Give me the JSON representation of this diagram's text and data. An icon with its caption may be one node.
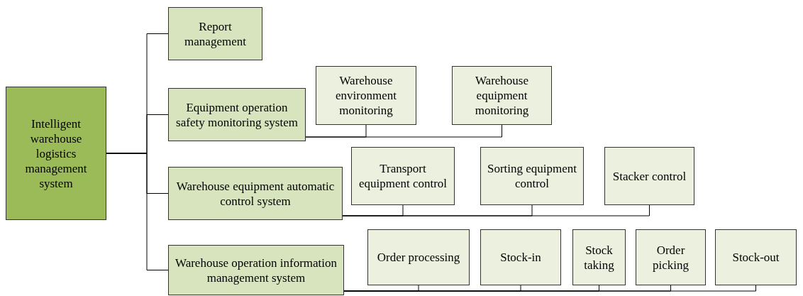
{
  "diagram": {
    "nodes": [
      {
        "text": [
          "Intelligent warehouse logistics management system"
        ]
      },
      {
        "text": [
          "Report management"
        ]
      },
      {
        "text": [
          "Equipment operation safety monitoring system"
        ]
      },
      {
        "text": [
          "Warehouse equipment automatic control system"
        ]
      },
      {
        "text": [
          "Warehouse operation information management system"
        ]
      },
      {
        "text": [
          "Warehouse environment monitoring"
        ]
      },
      {
        "text": [
          "Warehouse equipment monitoring"
        ]
      },
      {
        "text": [
          "Transport equipment control"
        ]
      },
      {
        "text": [
          "Sorting equipment control"
        ]
      },
      {
        "text": [
          "Stacker control"
        ]
      },
      {
        "text": [
          "Order processing"
        ]
      },
      {
        "text": [
          "Stock-in"
        ]
      },
      {
        "text": [
          "Stock taking"
        ]
      },
      {
        "text": [
          "Order picking"
        ]
      },
      {
        "text": [
          "Stock-out"
        ]
      }
    ],
    "edges": [
      {
        "from": 0,
        "to": 1,
        "arrow": "none"
      },
      {
        "from": 0,
        "to": 2,
        "arrow": "none"
      },
      {
        "from": 0,
        "to": 3,
        "arrow": "none"
      },
      {
        "from": 0,
        "to": 4,
        "arrow": "none"
      },
      {
        "from": 2,
        "to": 5,
        "arrow": "none"
      },
      {
        "from": 2,
        "to": 6,
        "arrow": "none"
      },
      {
        "from": 3,
        "to": 7,
        "arrow": "none"
      },
      {
        "from": 3,
        "to": 8,
        "arrow": "none"
      },
      {
        "from": 3,
        "to": 9,
        "arrow": "none"
      },
      {
        "from": 4,
        "to": 10,
        "arrow": "none"
      },
      {
        "from": 4,
        "to": 11,
        "arrow": "none"
      },
      {
        "from": 4,
        "to": 12,
        "arrow": "none"
      },
      {
        "from": 4,
        "to": 13,
        "arrow": "none"
      },
      {
        "from": 4,
        "to": 14,
        "arrow": "none"
      }
    ]
  }
}
